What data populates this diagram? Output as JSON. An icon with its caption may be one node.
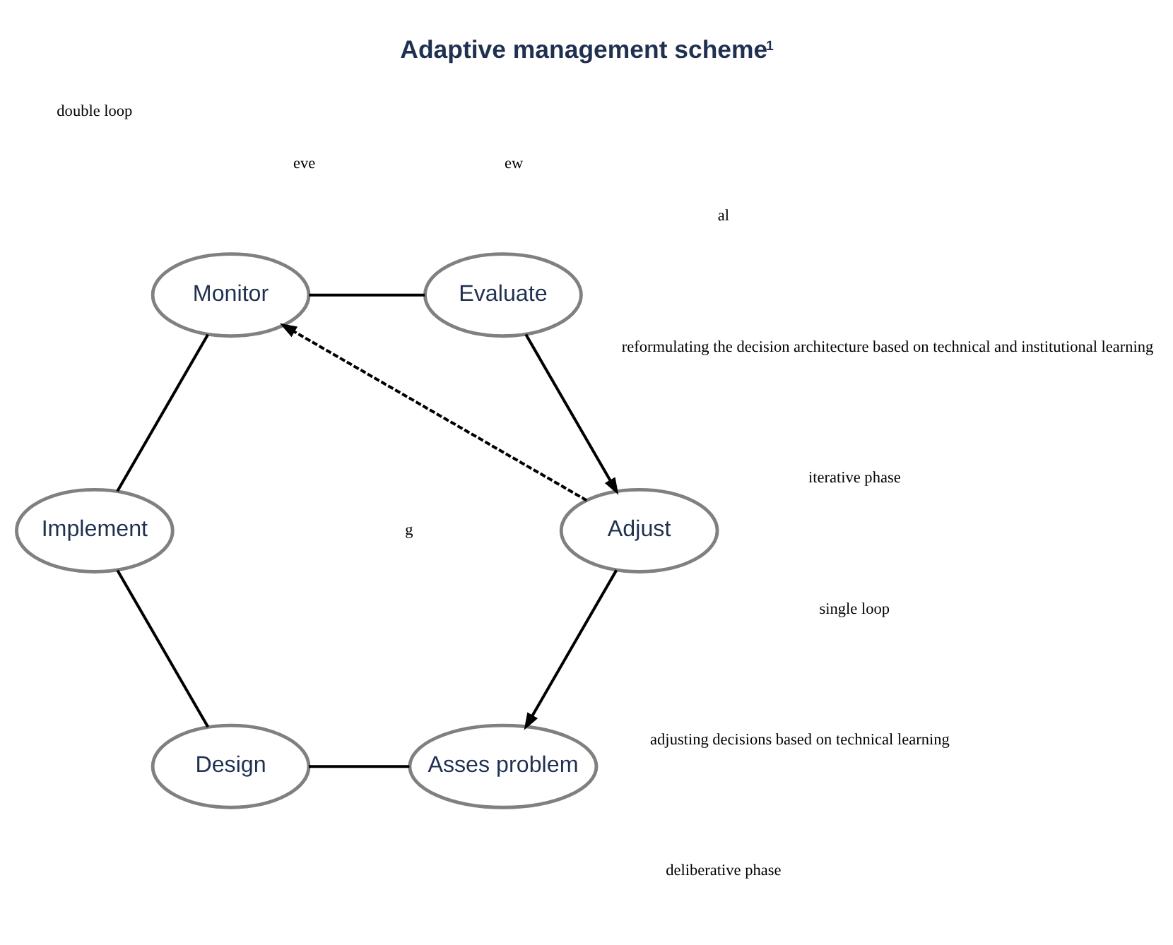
{
  "diagram": {
    "title": "Adaptive management scheme$^{1}$",
    "nodes": [
      {
        "text": [
          "Asses problem"
        ]
      },
      {
        "text": [
          "Design"
        ]
      },
      {
        "text": [
          "Implement"
        ]
      },
      {
        "text": [
          "Monitor"
        ]
      },
      {
        "text": [
          "Evaluate"
        ]
      },
      {
        "text": [
          "Adjust"
        ]
      }
    ],
    "edges": [
      {
        "from": 0,
        "to": 1,
        "arrow": "none"
      },
      {
        "from": 1,
        "to": 2,
        "arrow": "none"
      },
      {
        "from": 2,
        "to": 3,
        "arrow": "none"
      },
      {
        "from": 3,
        "to": 4,
        "arrow": "none"
      },
      {
        "from": 4,
        "to": 5,
        "arrow": "to"
      },
      {
        "from": 5,
        "to": 0,
        "arrow": "to"
      },
      {
        "from": 5,
        "to": 3,
        "arrow": "to",
        "style": "dashed"
      }
    ],
    "labels": [
      "g",
      "al",
      "ew",
      "eve",
      "double loop",
      "reformulating the decision architecture based on technical and institutional learning",
      "deliberative phase",
      "single loop",
      "adjusting decisions based on technical learning",
      "iterative phase"
    ]
  }
}
